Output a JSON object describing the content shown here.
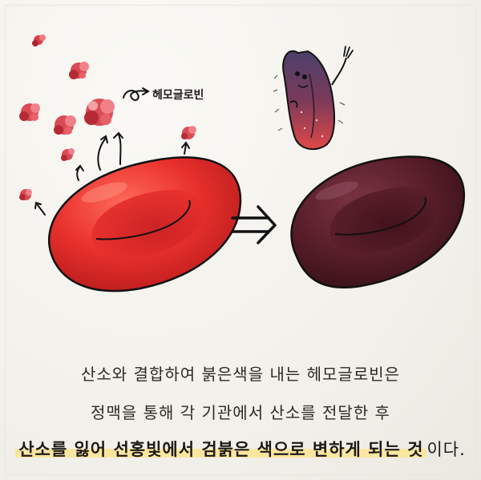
{
  "label": {
    "hemoglobin": "헤모글로빈"
  },
  "caption": {
    "line1": "산소와 결합하여 붉은색을 내는  헤모글로빈은",
    "line2": "정맥을 통해 각 기관에서 산소를 전달한 후",
    "line3_bold": "산소를 잃어 선홍빛에서 검붉은 색으로 변하게 되는 것",
    "line3_tail": "이다."
  },
  "colors": {
    "red_cell": "#e8302c",
    "dark_cell": "#5a1f2a",
    "highlight": "#fbe6a0",
    "ink": "#1e1c19"
  },
  "icons": [
    "arrow-right-icon",
    "hemoglobin-molecule-icon",
    "waving-cell-character"
  ]
}
